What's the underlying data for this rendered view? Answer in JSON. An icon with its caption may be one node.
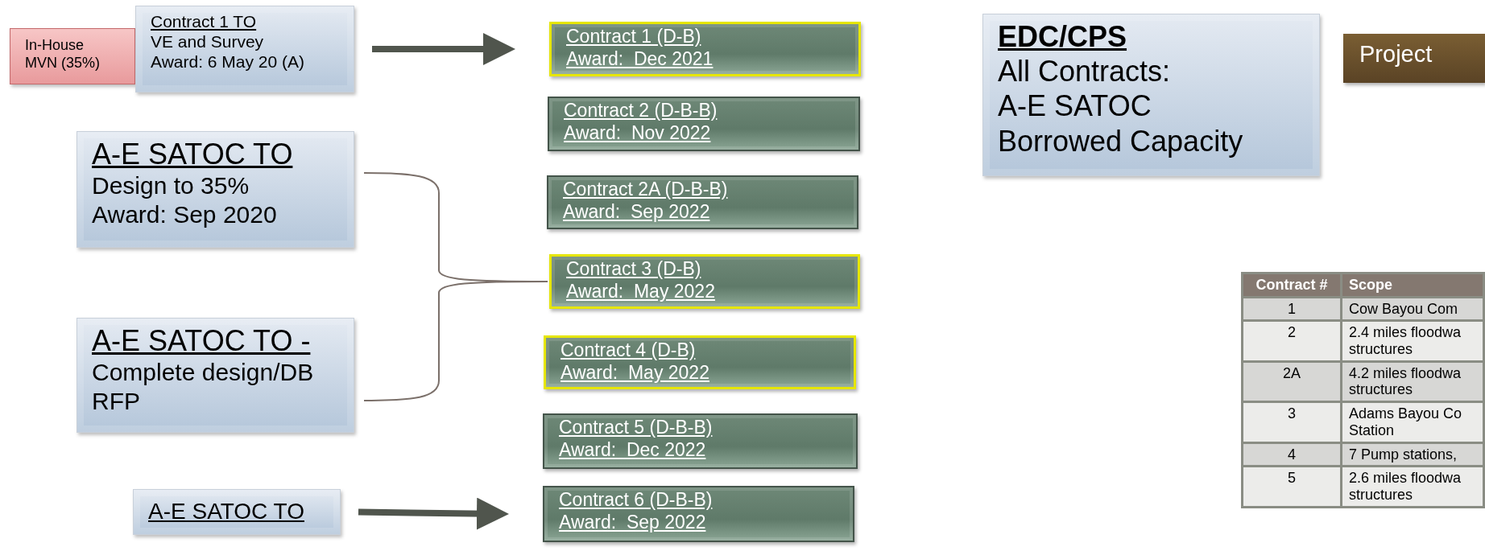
{
  "diagram": {
    "nodes": [
      {
        "text": [
          "In-House MVN (35%)"
        ]
      },
      {
        "text": [
          "Contract 1 TO",
          "VE and Survey",
          "Award: 6 May 20 (A)"
        ]
      },
      {
        "text": [
          "A-E SATOC TO",
          "Design to 35%",
          "Award: Sep 2020"
        ]
      },
      {
        "text": [
          "A-E SATOC TO -",
          "Complete design/DB RFP"
        ]
      },
      {
        "text": [
          "A-E SATOC TO"
        ]
      },
      {
        "text": [
          "Contract 1 (D-B)",
          "Award:  Dec 2021"
        ]
      },
      {
        "text": [
          "Contract 2 (D-B-B)",
          "Award:  Nov 2022"
        ]
      },
      {
        "text": [
          "Contract 2A (D-B-B)",
          "Award:  Sep 2022"
        ]
      },
      {
        "text": [
          "Contract 3 (D-B)",
          "Award:  May 2022"
        ]
      },
      {
        "text": [
          "Contract 4 (D-B)",
          "Award:  May 2022"
        ]
      },
      {
        "text": [
          "Contract 5 (D-B-B)",
          "Award:  Dec 2022"
        ]
      },
      {
        "text": [
          "Contract 6 (D-B-B)",
          "Award:  Sep 2022"
        ]
      },
      {
        "text": [
          "EDC/CPS",
          "All Contracts:",
          "A-E SATOC",
          "Borrowed Capacity"
        ]
      },
      {
        "text": [
          "Project"
        ]
      }
    ],
    "edges": [
      {
        "from": 1,
        "to": 5,
        "arrow": "to",
        "style": "thick"
      },
      {
        "from": 2,
        "to": 8,
        "arrow": "none",
        "color": "#7b706a"
      },
      {
        "from": 3,
        "to": 8,
        "arrow": "none",
        "color": "#7b706a"
      },
      {
        "from": 4,
        "to": 11,
        "arrow": "to",
        "style": "thick"
      }
    ],
    "labels": [
      "Contract #",
      "Scope",
      "1",
      "Cow Bayou Com",
      "2",
      "2.4 miles floodwa structures",
      "2A",
      "4.2 miles floodwa structures",
      "3",
      "Adams Bayou Co Station",
      "4",
      "7 Pump stations,",
      "5",
      "2.6 miles floodwa structures"
    ]
  }
}
